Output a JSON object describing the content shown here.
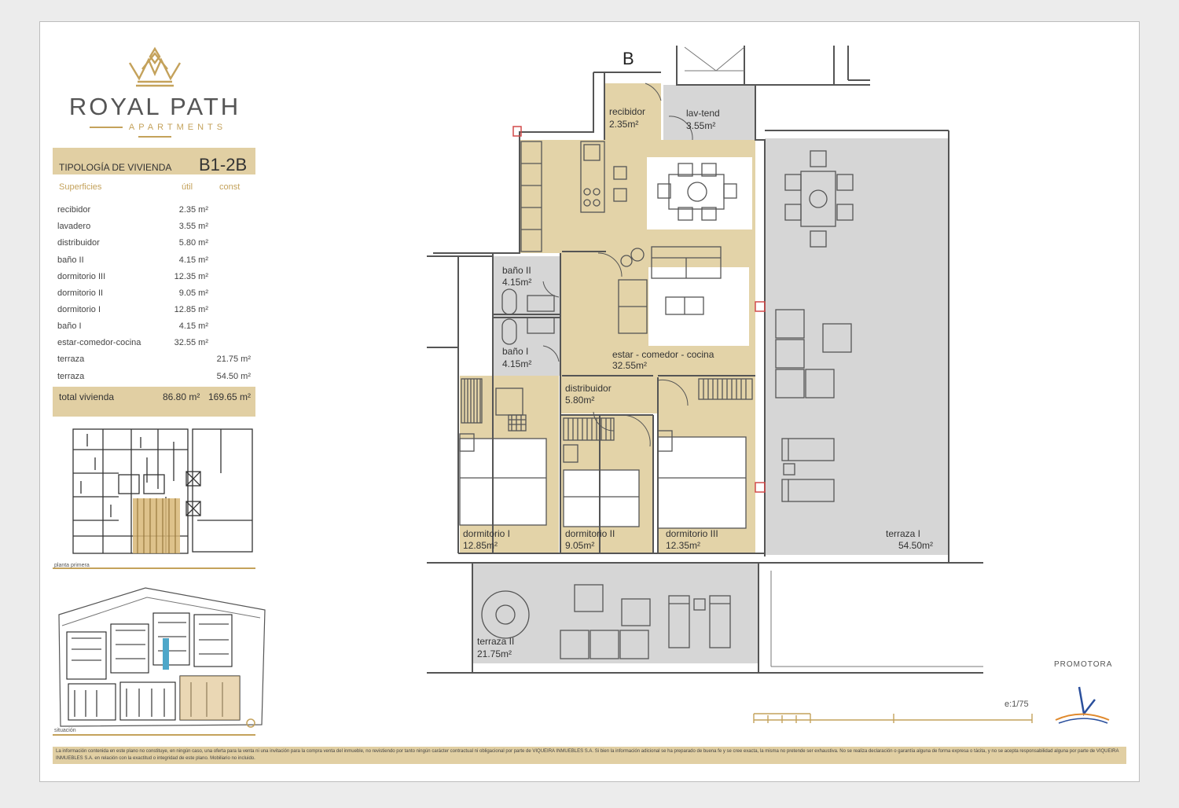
{
  "brand": {
    "name": "ROYAL PATH",
    "sub": "APARTMENTS"
  },
  "typology": {
    "label": "TIPOLOGÍA DE VIVIENDA",
    "code": "B1-2B"
  },
  "surfaces": {
    "header": "Superficies",
    "col_util": "útil",
    "col_const": "const",
    "rows": [
      {
        "name": "recibidor",
        "util": "2.35 m²",
        "const": ""
      },
      {
        "name": "lavadero",
        "util": "3.55 m²",
        "const": ""
      },
      {
        "name": "distribuidor",
        "util": "5.80 m²",
        "const": ""
      },
      {
        "name": "baño II",
        "util": "4.15 m²",
        "const": ""
      },
      {
        "name": "dormitorio  III",
        "util": "12.35 m²",
        "const": ""
      },
      {
        "name": "dormitorio  II",
        "util": "9.05 m²",
        "const": ""
      },
      {
        "name": "dormitorio  I",
        "util": "12.85 m²",
        "const": ""
      },
      {
        "name": "baño I",
        "util": "4.15 m²",
        "const": ""
      },
      {
        "name": "estar-comedor-cocina",
        "util": "32.55 m²",
        "const": ""
      },
      {
        "name": "terraza",
        "util": "",
        "const": "21.75 m²"
      },
      {
        "name": "terraza",
        "util": "",
        "const": "54.50 m²"
      }
    ],
    "total": {
      "name": "total vivienda",
      "util": "86.80 m²",
      "const": "169.65 m²"
    }
  },
  "captions": {
    "floor": "planta primera",
    "situation": "situación"
  },
  "plan": {
    "block_letter": "B",
    "rooms": [
      {
        "name": "recibidor",
        "area": "2.35m²"
      },
      {
        "name": "lav-tend",
        "area": "3.55m²"
      },
      {
        "name": "baño II",
        "area": "4.15m²"
      },
      {
        "name": "baño I",
        "area": "4.15m²"
      },
      {
        "name": "estar - comedor - cocina",
        "area": "32.55m²"
      },
      {
        "name": "distribuidor",
        "area": "5.80m²"
      },
      {
        "name": "dormitorio I",
        "area": "12.85m²"
      },
      {
        "name": "dormitorio II",
        "area": "9.05m²"
      },
      {
        "name": "dormitorio III",
        "area": "12.35m²"
      },
      {
        "name": "terraza I",
        "area": "54.50m²"
      },
      {
        "name": "terraza II",
        "area": "21.75m²"
      }
    ]
  },
  "promotora": "PROMOTORA",
  "scale": "e:1/75",
  "disclaimer": "La información contenida en este plano no constituye, en ningún caso, una oferta para la venta ni una invitación para la compra venta del inmueble, no revistiendo por tanto ningún carácter contractual ni obligacional por parte de VIQUEIRA INMUEBLES S.A. Si bien la información adicional se ha preparado de buena fe y se cree exacta, la misma no pretende ser exhaustiva. No se realiza declaración o garantía alguna de forma expresa o tácita, y no se acepta responsabilidad alguna por parte de VIQUEIRA INMUEBLES S.A. en relación con la exactitud o integridad de este plano. Mobiliario no incluido.",
  "colors": {
    "gold": "#c4a25b",
    "beige": "#e1cfa3",
    "room_fill": "#e3d3a8",
    "grey_fill": "#d6d6d6",
    "wall": "#555555"
  }
}
